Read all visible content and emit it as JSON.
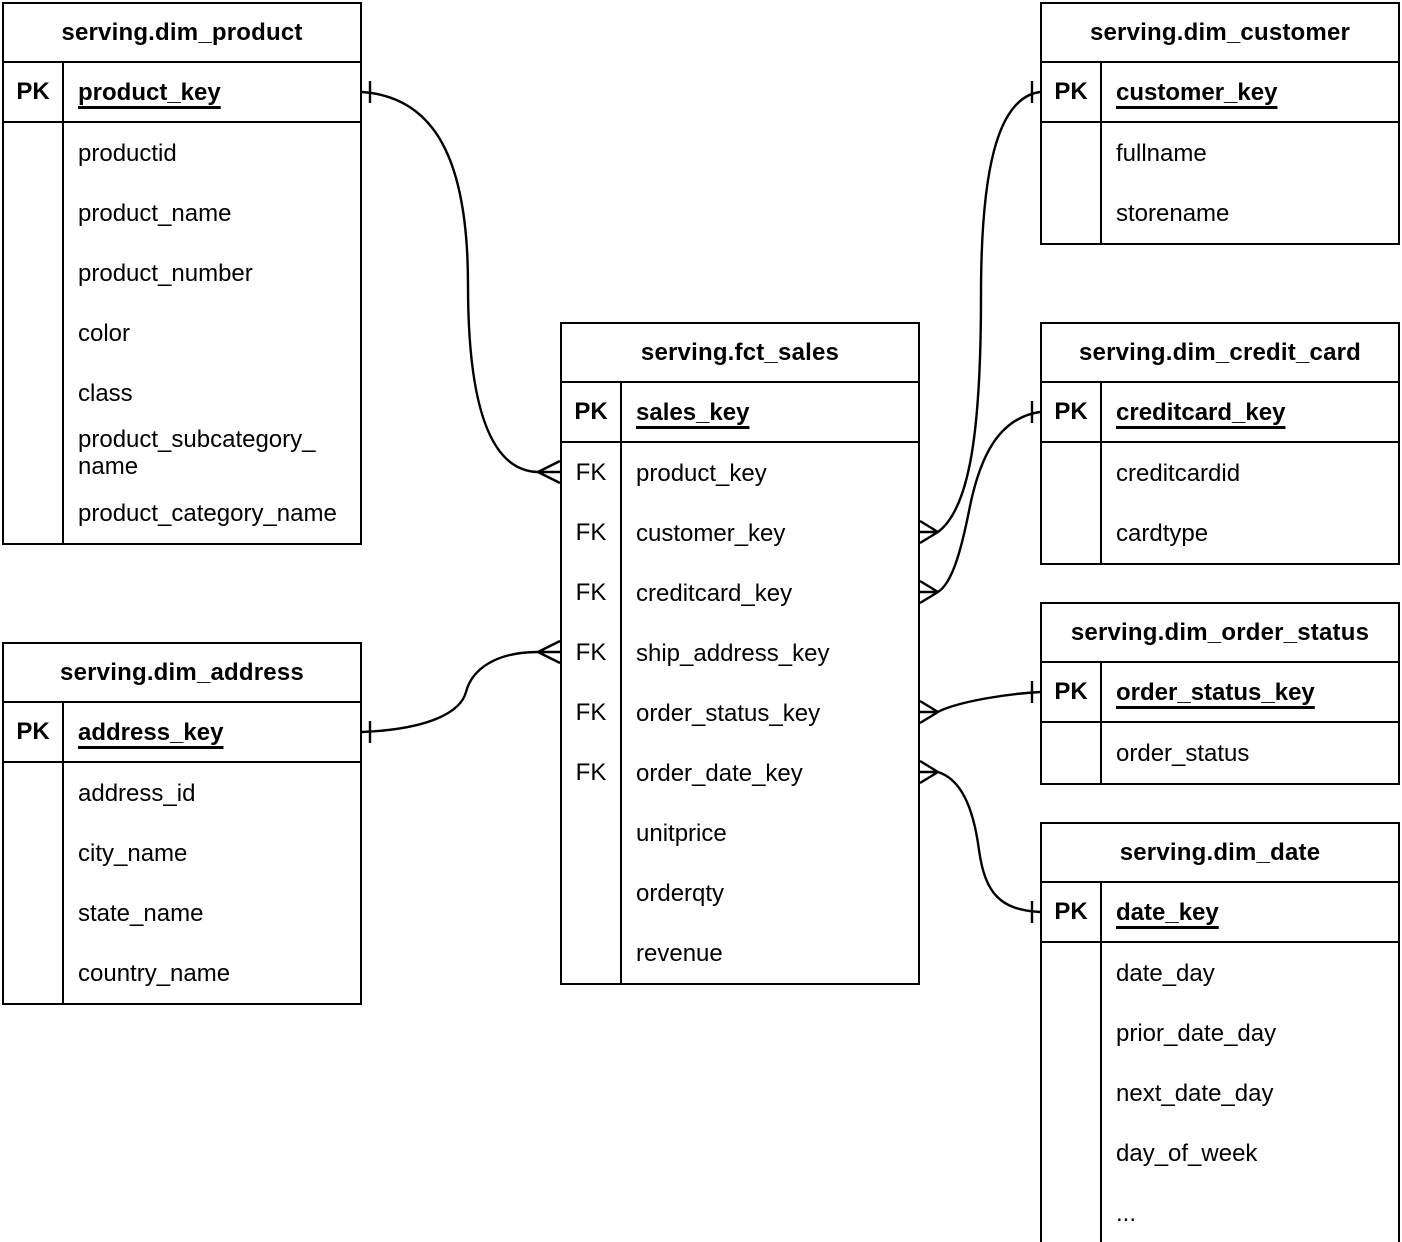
{
  "diagram": {
    "type": "entity-relationship-diagram",
    "colors": {
      "line": "#000000",
      "text": "#000000",
      "background": "#ffffff"
    },
    "tables": [
      {
        "name": "serving.dim_product",
        "pk": {
          "key": "PK",
          "field": "product_key"
        },
        "rows": [
          {
            "key": "",
            "field": "productid"
          },
          {
            "key": "",
            "field": "product_name"
          },
          {
            "key": "",
            "field": "product_number"
          },
          {
            "key": "",
            "field": "color"
          },
          {
            "key": "",
            "field": "class"
          },
          {
            "key": "",
            "field": "product_subcategory_\nname"
          },
          {
            "key": "",
            "field": "product_category_name"
          }
        ]
      },
      {
        "name": "serving.dim_address",
        "pk": {
          "key": "PK",
          "field": "address_key"
        },
        "rows": [
          {
            "key": "",
            "field": "address_id"
          },
          {
            "key": "",
            "field": "city_name"
          },
          {
            "key": "",
            "field": "state_name"
          },
          {
            "key": "",
            "field": "country_name"
          }
        ]
      },
      {
        "name": "serving.fct_sales",
        "pk": {
          "key": "PK",
          "field": "sales_key"
        },
        "rows": [
          {
            "key": "FK",
            "field": "product_key"
          },
          {
            "key": "FK",
            "field": "customer_key"
          },
          {
            "key": "FK",
            "field": "creditcard_key"
          },
          {
            "key": "FK",
            "field": "ship_address_key"
          },
          {
            "key": "FK",
            "field": "order_status_key"
          },
          {
            "key": "FK",
            "field": "order_date_key"
          },
          {
            "key": "",
            "field": "unitprice"
          },
          {
            "key": "",
            "field": "orderqty"
          },
          {
            "key": "",
            "field": "revenue"
          }
        ]
      },
      {
        "name": "serving.dim_customer",
        "pk": {
          "key": "PK",
          "field": "customer_key"
        },
        "rows": [
          {
            "key": "",
            "field": "fullname"
          },
          {
            "key": "",
            "field": "storename"
          }
        ]
      },
      {
        "name": "serving.dim_credit_card",
        "pk": {
          "key": "PK",
          "field": "creditcard_key"
        },
        "rows": [
          {
            "key": "",
            "field": "creditcardid"
          },
          {
            "key": "",
            "field": "cardtype"
          }
        ]
      },
      {
        "name": "serving.dim_order_status",
        "pk": {
          "key": "PK",
          "field": "order_status_key"
        },
        "rows": [
          {
            "key": "",
            "field": "order_status"
          }
        ]
      },
      {
        "name": "serving.dim_date",
        "pk": {
          "key": "PK",
          "field": "date_key"
        },
        "rows": [
          {
            "key": "",
            "field": "date_day"
          },
          {
            "key": "",
            "field": "prior_date_day"
          },
          {
            "key": "",
            "field": "next_date_day"
          },
          {
            "key": "",
            "field": "day_of_week"
          },
          {
            "key": "",
            "field": "..."
          }
        ]
      }
    ],
    "relationships": [
      {
        "one_side": "serving.dim_product.product_key",
        "many_side": "serving.fct_sales.product_key"
      },
      {
        "one_side": "serving.dim_address.address_key",
        "many_side": "serving.fct_sales.ship_address_key"
      },
      {
        "one_side": "serving.dim_customer.customer_key",
        "many_side": "serving.fct_sales.customer_key"
      },
      {
        "one_side": "serving.dim_credit_card.creditcard_key",
        "many_side": "serving.fct_sales.creditcard_key"
      },
      {
        "one_side": "serving.dim_order_status.order_status_key",
        "many_side": "serving.fct_sales.order_status_key"
      },
      {
        "one_side": "serving.dim_date.date_key",
        "many_side": "serving.fct_sales.order_date_key"
      }
    ]
  }
}
